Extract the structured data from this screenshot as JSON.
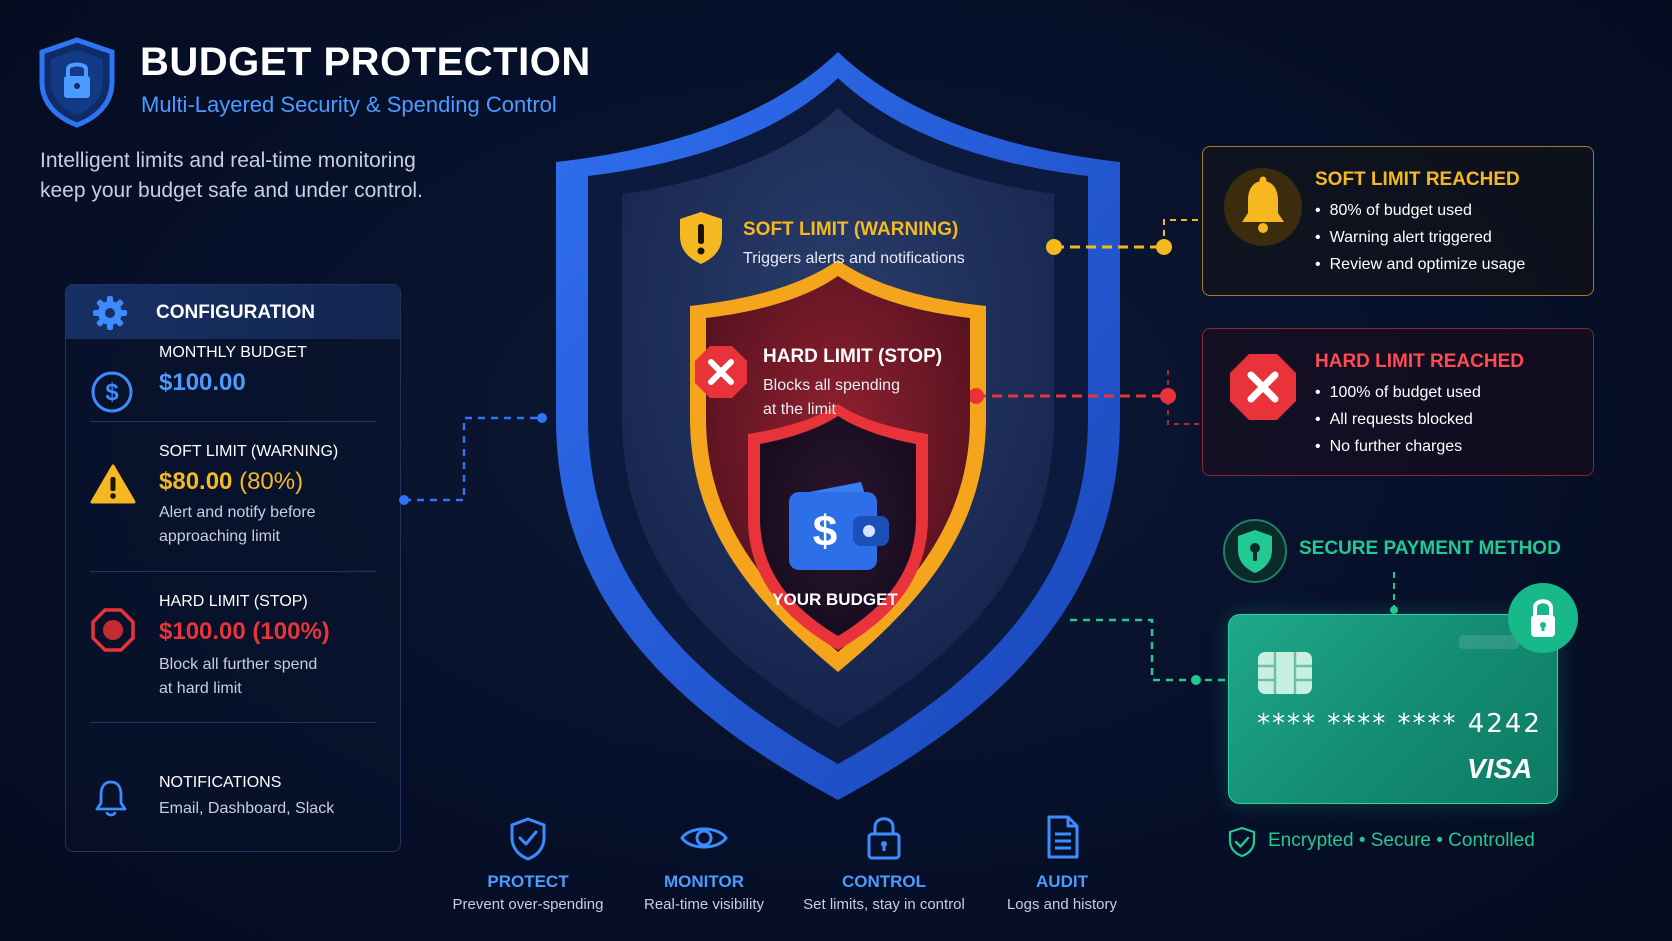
{
  "header": {
    "title": "BUDGET PROTECTION",
    "subtitle": "Multi-Layered Security & Spending Control",
    "intro_line1": "Intelligent limits and real-time monitoring",
    "intro_line2": "keep your budget safe and under control."
  },
  "config": {
    "title": "CONFIGURATION",
    "monthly_budget": {
      "label": "MONTHLY BUDGET",
      "value": "$100.00"
    },
    "soft_limit": {
      "label": "SOFT LIMIT (WARNING)",
      "value": "$80.00",
      "percent": "(80%)",
      "desc1": "Alert and notify before",
      "desc2": "approaching limit"
    },
    "hard_limit": {
      "label": "HARD LIMIT (STOP)",
      "value": "$100.00 (100%)",
      "desc1": "Block all further spend",
      "desc2": "at hard limit"
    },
    "notifications": {
      "label": "NOTIFICATIONS",
      "value": "Email, Dashboard, Slack"
    }
  },
  "shield": {
    "soft": {
      "title": "SOFT LIMIT (WARNING)",
      "desc": "Triggers alerts and notifications"
    },
    "hard": {
      "title": "HARD LIMIT (STOP)",
      "desc1": "Blocks all spending",
      "desc2": "at the limit"
    },
    "core": {
      "label": "YOUR BUDGET",
      "symbol": "$"
    }
  },
  "soft_reached": {
    "title": "SOFT LIMIT REACHED",
    "items": [
      "80% of budget used",
      "Warning alert triggered",
      "Review and optimize usage"
    ]
  },
  "hard_reached": {
    "title": "HARD LIMIT REACHED",
    "items": [
      "100% of budget used",
      "All requests blocked",
      "No further charges"
    ]
  },
  "payment": {
    "title": "SECURE PAYMENT METHOD",
    "card_number": "**** **** **** 4242",
    "brand": "VISA",
    "footer": "Encrypted • Secure • Controlled"
  },
  "features": [
    {
      "title": "PROTECT",
      "desc": "Prevent over-spending",
      "icon": "shield-check-icon"
    },
    {
      "title": "MONITOR",
      "desc": "Real-time visibility",
      "icon": "eye-icon"
    },
    {
      "title": "CONTROL",
      "desc": "Set limits, stay in control",
      "icon": "lock-icon"
    },
    {
      "title": "AUDIT",
      "desc": "Logs and history",
      "icon": "document-icon"
    }
  ],
  "colors": {
    "blue": "#2f6ff0",
    "yellow": "#f5b820",
    "red": "#e8333a",
    "green": "#22c993",
    "background": "#07102a"
  }
}
